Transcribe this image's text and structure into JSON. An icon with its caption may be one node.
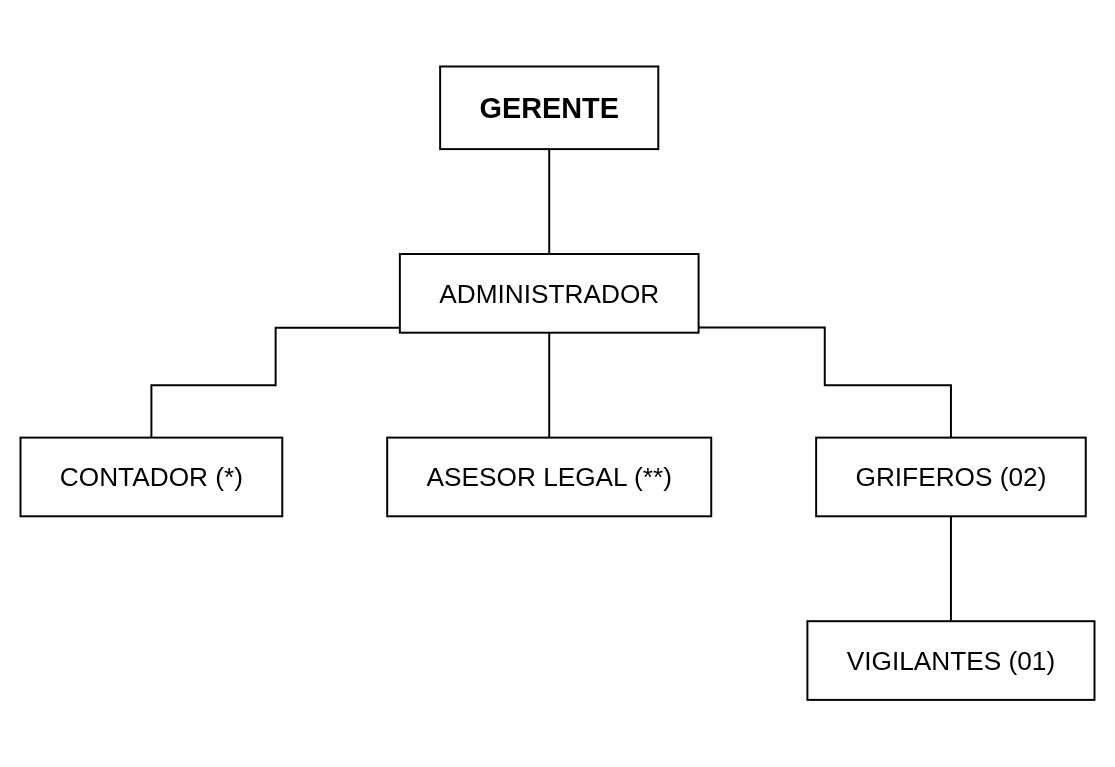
{
  "diagram": {
    "nodes": [
      {
        "text": [
          "GERENTE"
        ]
      },
      {
        "text": [
          "ADMINISTRADOR"
        ]
      },
      {
        "text": [
          "CONTADOR (*)"
        ]
      },
      {
        "text": [
          "ASESOR LEGAL (**)"
        ]
      },
      {
        "text": [
          "GRIFEROS (02)"
        ]
      },
      {
        "text": [
          "VIGILANTES (01)"
        ]
      }
    ],
    "edges": [
      {
        "from": 0,
        "to": 1,
        "arrow": "none"
      },
      {
        "from": 1,
        "to": 2,
        "arrow": "none"
      },
      {
        "from": 1,
        "to": 3,
        "arrow": "none"
      },
      {
        "from": 1,
        "to": 4,
        "arrow": "none"
      },
      {
        "from": 4,
        "to": 5,
        "arrow": "none"
      }
    ]
  }
}
